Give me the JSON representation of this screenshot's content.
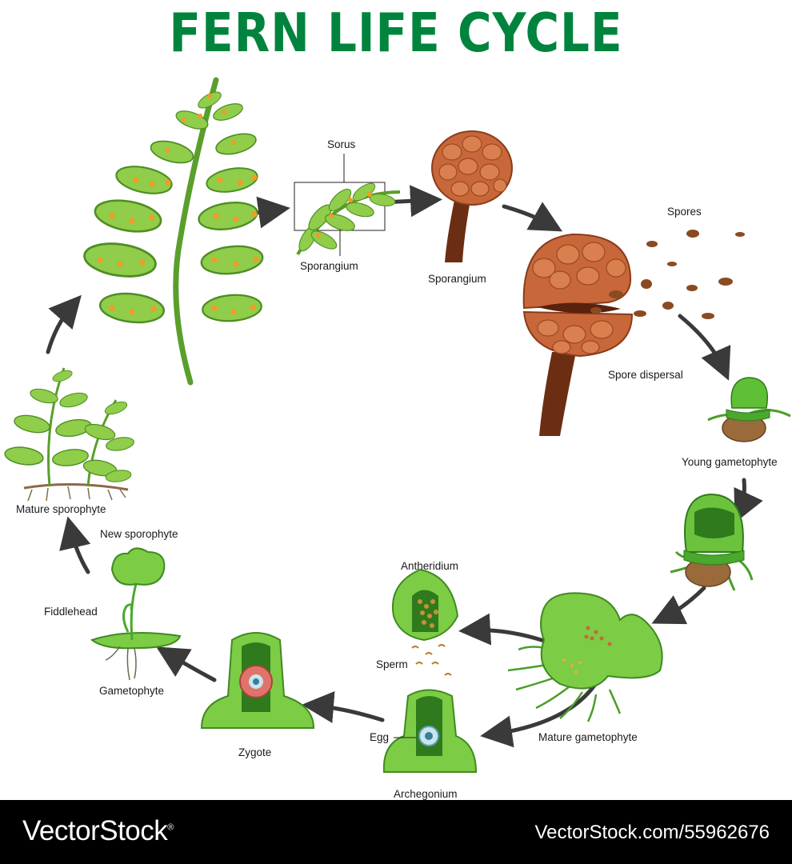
{
  "title": "FERN LIFE CYCLE",
  "labels": {
    "sorus": "Sorus",
    "sporangium_leaf": "Sporangium",
    "sporangium": "Sporangium",
    "spores": "Spores",
    "spore_dispersal": "Spore dispersal",
    "young_gametophyte": "Young gametophyte",
    "mature_gametophyte": "Mature gametophyte",
    "antheridium": "Antheridium",
    "sperm": "Sperm",
    "egg": "Egg",
    "archegonium": "Archegonium",
    "zygote": "Zygote",
    "gametophyte": "Gametophyte",
    "fiddlehead": "Fiddlehead",
    "new_sporophyte": "New sporophyte",
    "mature_sporophyte": "Mature sporophyte"
  },
  "footer": {
    "brand": "VectorStock",
    "brand_mark": "®",
    "image_id": "VectorStock.com/55962676"
  },
  "colors": {
    "title_green": "#00843d",
    "leaf_green": "#7cc242",
    "dark_green": "#2f6b1e",
    "sporangium_brown": "#c8673a",
    "stalk_brown": "#6b2e12",
    "arrow": "#3a3a3a"
  }
}
